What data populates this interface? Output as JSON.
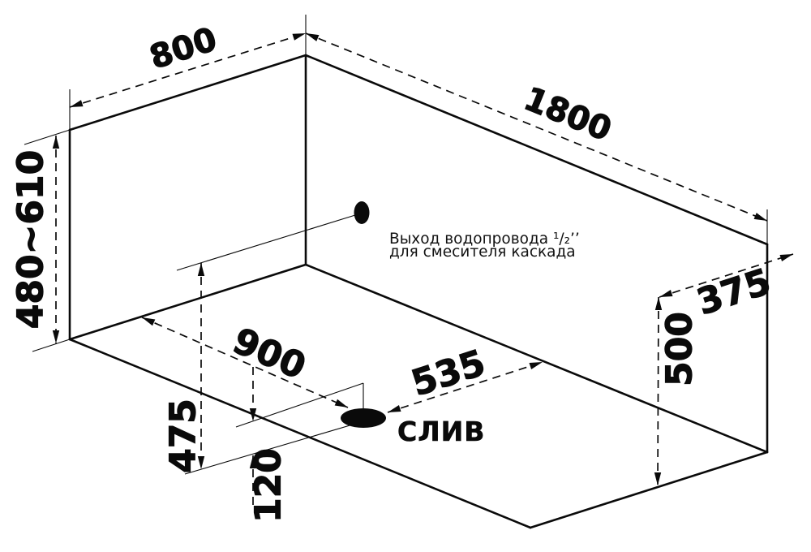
{
  "colors": {
    "ink": "#0a0a0a",
    "background": "#ffffff"
  },
  "dimensions": {
    "top_width": "800",
    "length": "1800",
    "height_range": "480~610",
    "drain_offset_length": "900",
    "drain_offset_width": "535",
    "outlet_height": "475",
    "drain_height": "120",
    "right_height": "500",
    "right_offset": "375"
  },
  "annotations": {
    "drain_label": "СЛИВ",
    "outlet_note_line1": "Выход водопровода ¹/₂’’",
    "outlet_note_line2": "для смесителя каскада"
  }
}
